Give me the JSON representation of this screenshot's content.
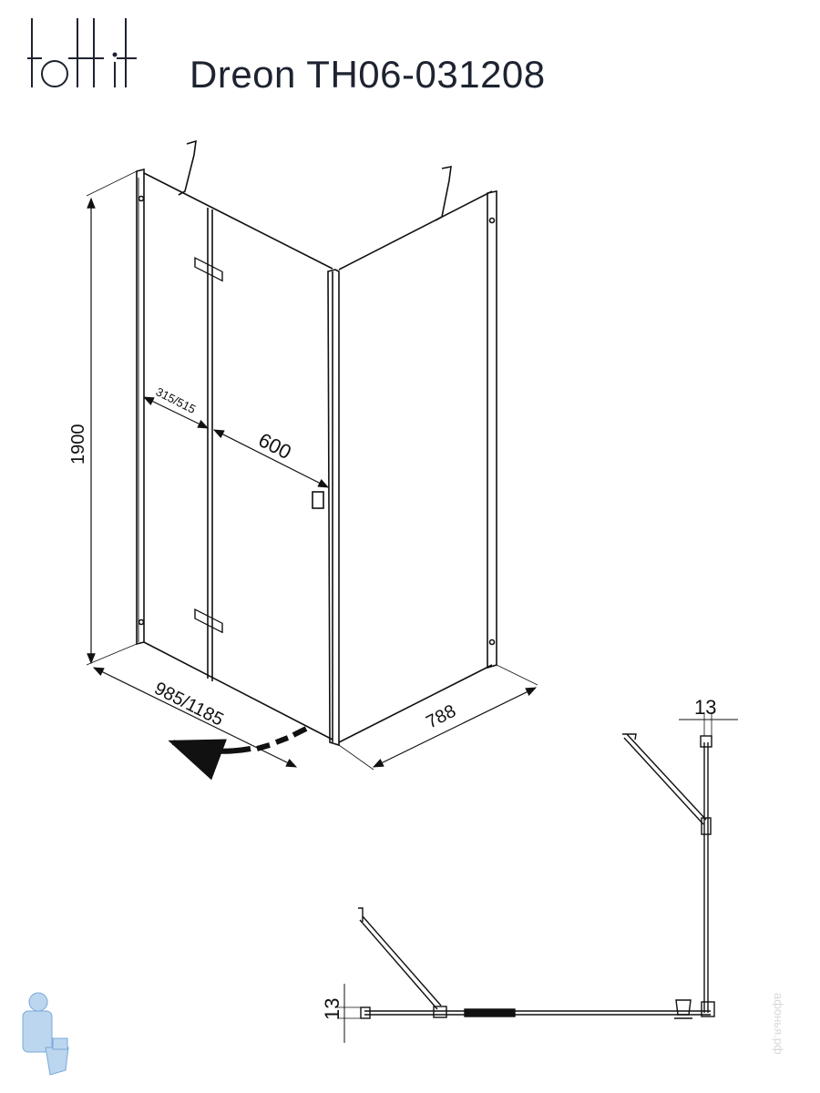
{
  "header": {
    "brand": "tottit",
    "model": "Dreon TH06-031208"
  },
  "dimensions": {
    "height": "1900",
    "width_front": "985/1185",
    "depth_side": "788",
    "door_width": "600",
    "fixed_panel": "315/515",
    "profile_top": "13",
    "profile_left": "13"
  },
  "watermark": "афонья.рф",
  "colors": {
    "line": "#111111",
    "logo": "#1d2330",
    "watermark": "#d8d8d8"
  }
}
